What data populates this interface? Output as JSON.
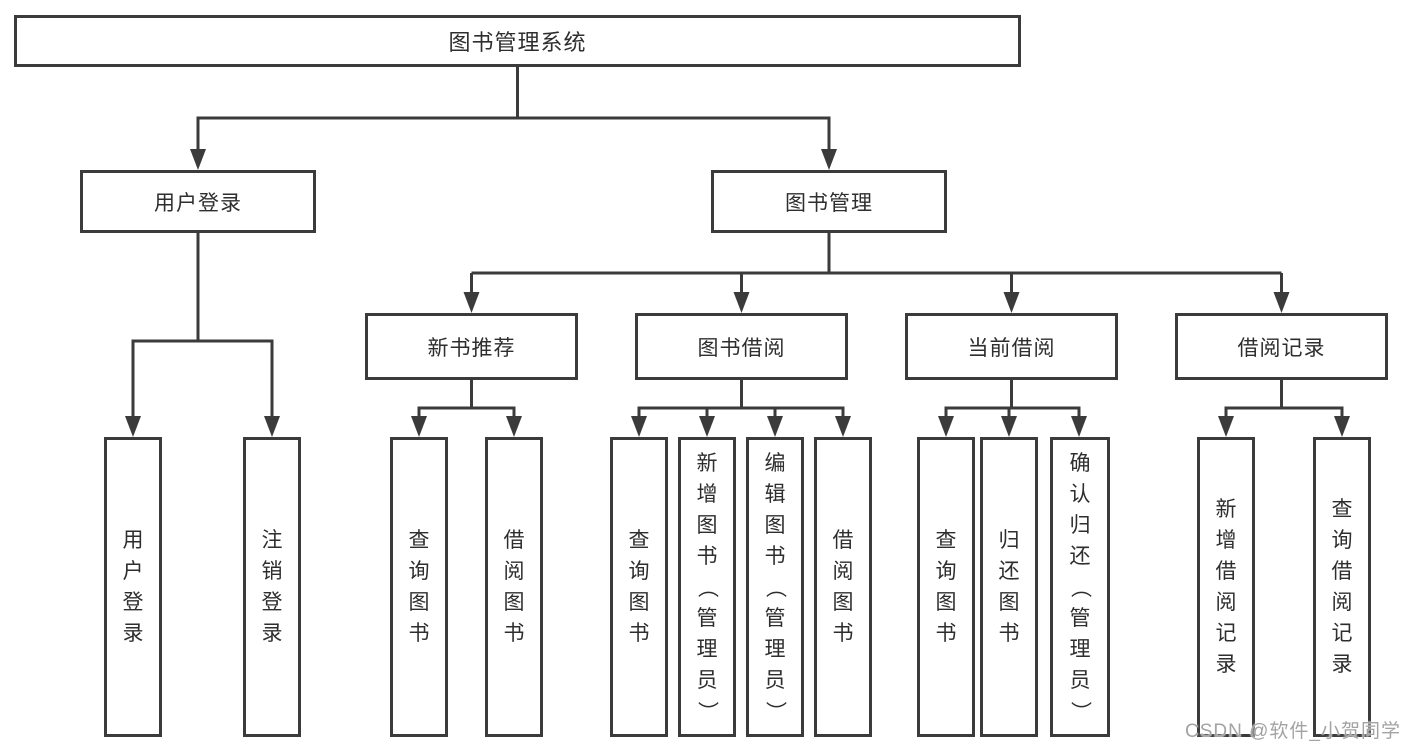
{
  "diagram": {
    "title": "图书管理系统",
    "tree": {
      "root": "图书管理系统",
      "user_login": "用户登录",
      "book_management": "图书管理",
      "level3": [
        "新书推荐",
        "图书借阅",
        "当前借阅",
        "借阅记录"
      ],
      "user_login_children": [
        "用户登录",
        "注销登录"
      ],
      "new_book_children": [
        "查询图书",
        "借阅图书"
      ],
      "book_borrow_children": [
        "查询图书",
        "新增图书（管理员）",
        "编辑图书（管理员）",
        "借阅图书"
      ],
      "current_borrow_children": [
        "查询图书",
        "归还图书",
        "确认归还（管理员）"
      ],
      "borrow_record_children": [
        "新增借阅记录",
        "查询借阅记录"
      ]
    },
    "colors": {
      "line": "#3b3b3b",
      "box_border": "#3b3b3b",
      "box_fill": "#ffffff",
      "text": "#2e2e2e",
      "watermark": "#a3a3a3"
    }
  },
  "watermark": "CSDN @软件_小贺同学"
}
